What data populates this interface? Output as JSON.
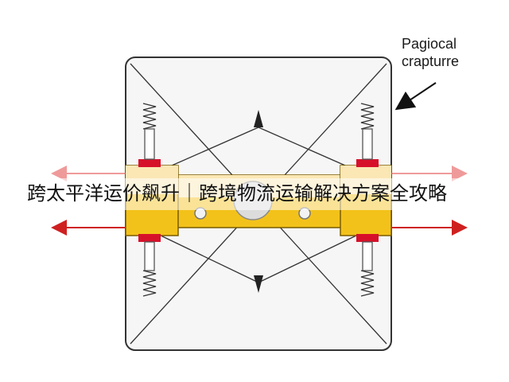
{
  "callout": {
    "line1": "Pagiocal",
    "line2": "crapturre"
  },
  "banner": {
    "text": "跨太平洋运价飙升｜跨境物流运输解决方案全攻略"
  },
  "colors": {
    "frame": "#333333",
    "clamp_gold": "#f3c21a",
    "clamp_light": "#fbe7b4",
    "piston_red": "#d7102a",
    "arrow_red": "#cf2020",
    "arrow_pink": "#ef9a9a",
    "spring": "#333333"
  },
  "icons": {
    "pointer": "arrow-pointer-icon",
    "direction": "triangle-arrow-icon"
  }
}
